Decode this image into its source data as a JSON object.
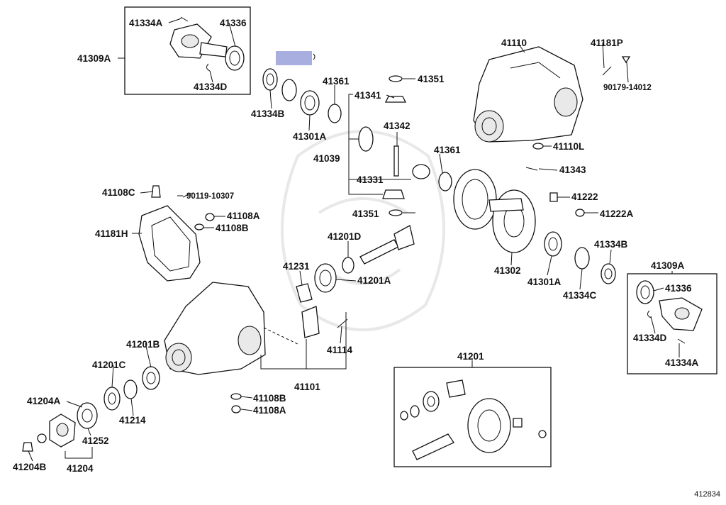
{
  "figure_id": "412834",
  "highlight_color": "#a8aee0",
  "labels": {
    "p41334A_top": "41334A",
    "p41336_top": "41336",
    "p41309A_top": "41309A",
    "p41334D_top": "41334D",
    "p41334B_top": "41334B",
    "p41301A_top": "41301A",
    "p41361_top": "41361",
    "p41341": "41341",
    "p41351_top": "41351",
    "p41342": "41342",
    "p41039": "41039",
    "p41331": "41331",
    "p41351_bot": "41351",
    "p41361_mid": "41361",
    "p41110": "41110",
    "p41181P": "41181P",
    "p90179": "90179-14012",
    "p41110L": "41110L",
    "p41343": "41343",
    "p41222": "41222",
    "p41222A": "41222A",
    "p41108C": "41108C",
    "p90119": "90119-10307",
    "p41108A_top": "41108A",
    "p41108B_top": "41108B",
    "p41181H": "41181H",
    "p41201D": "41201D",
    "p41231": "41231",
    "p41201A": "41201A",
    "p41302": "41302",
    "p41301A_bot": "41301A",
    "p41334C": "41334C",
    "p41334B_bot": "41334B",
    "p41309A_bot": "41309A",
    "p41336_bot": "41336",
    "p41334D_bot": "41334D",
    "p41334A_bot": "41334A",
    "p41114": "41114",
    "p41101": "41101",
    "p41201B": "41201B",
    "p41201C": "41201C",
    "p41204A": "41204A",
    "p41214": "41214",
    "p41252": "41252",
    "p41204B": "41204B",
    "p41204": "41204",
    "p41108B_bot": "41108B",
    "p41108A_bot": "41108A",
    "p41201": "41201"
  }
}
